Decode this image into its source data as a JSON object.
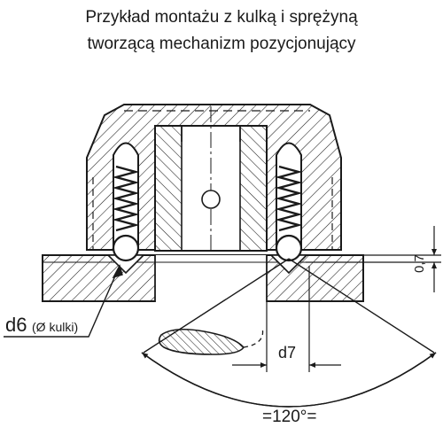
{
  "title": {
    "line1": "Przykład montażu z kulką i sprężyną",
    "line2": "tworzącą mechanizm pozycjonujący"
  },
  "labels": {
    "d6_main": "d6",
    "d6_note": "(Ø kulki)",
    "d7": "d7",
    "dim_07": "0,7",
    "angle": "=120°="
  },
  "colors": {
    "line": "#1a1a1a",
    "background": "#ffffff"
  }
}
